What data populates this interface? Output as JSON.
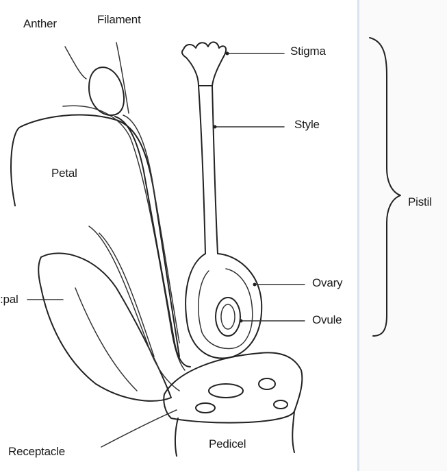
{
  "labels": {
    "anther": "Anther",
    "filament": "Filament",
    "stigma": "Stigma",
    "style": "Style",
    "petal": "Petal",
    "pistil": "Pistil",
    "sepal": ":pal",
    "ovary": "Ovary",
    "ovule": "Ovule",
    "receptacle": "Receptacle",
    "pedicel": "Pedicel"
  },
  "colors": {
    "ink": "#222222",
    "page_divider": "#d7e3ef"
  }
}
